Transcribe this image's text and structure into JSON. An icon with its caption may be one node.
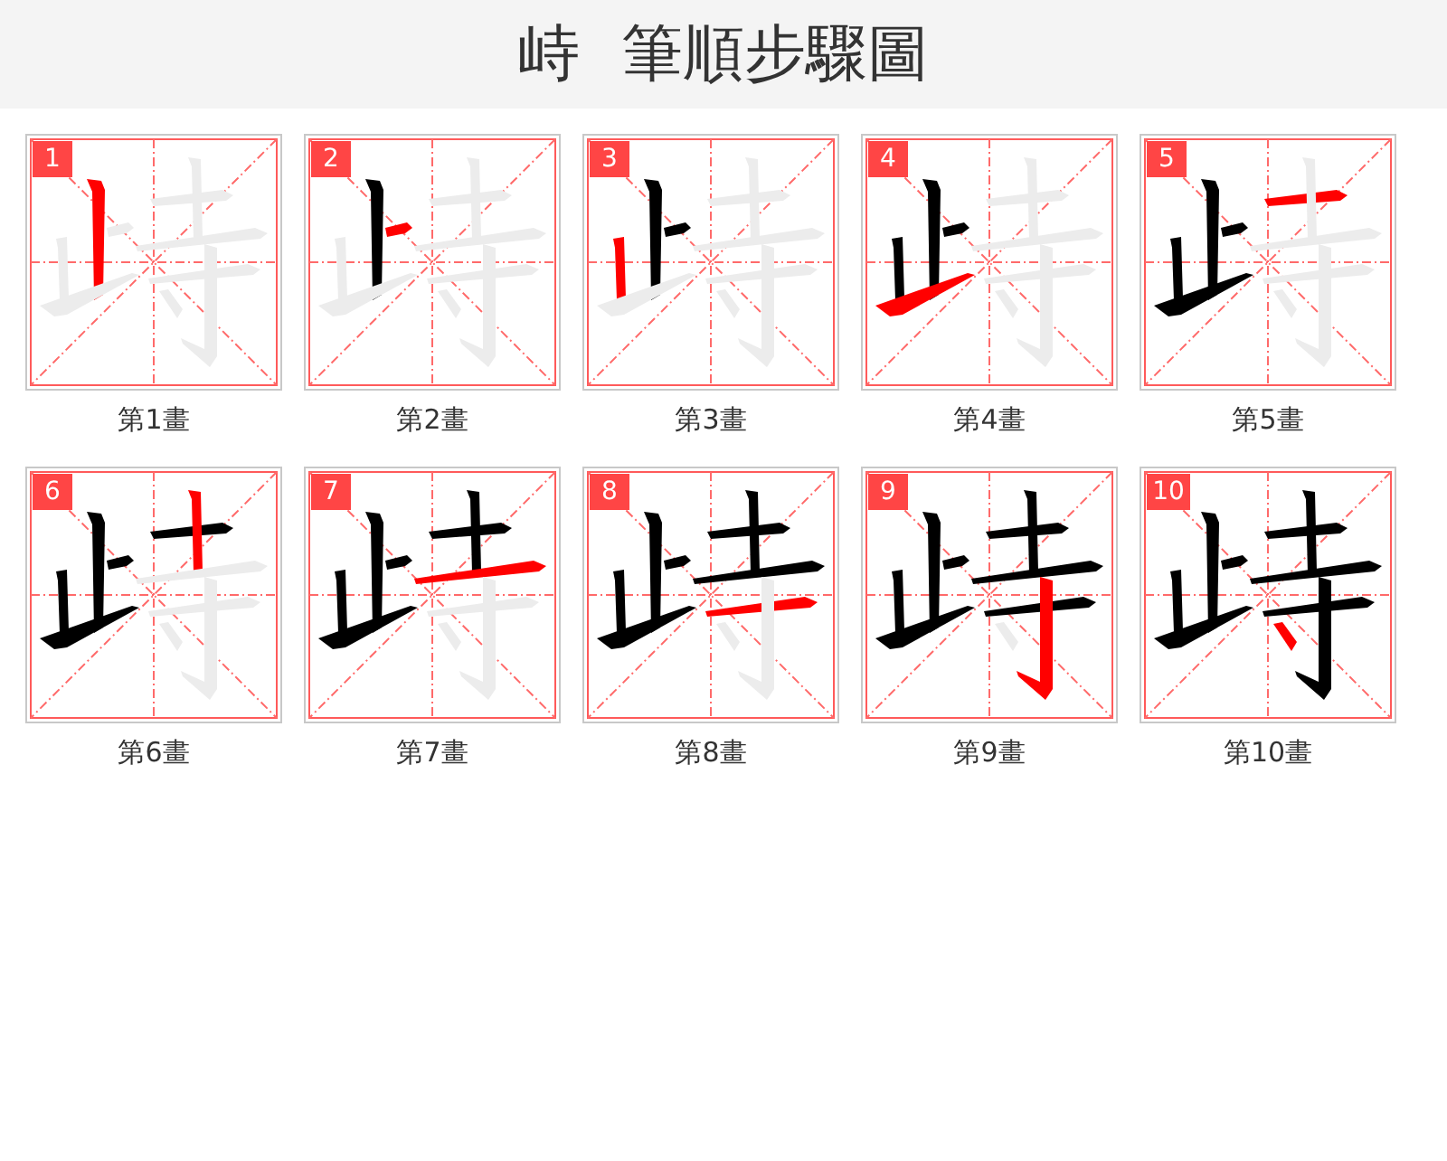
{
  "diagram": {
    "title": "峙 筆順步驟圖",
    "nodes": [
      {
        "text": [
          "1"
        ],
        "beside": [
          "第1畫"
        ]
      },
      {
        "text": [
          "2"
        ],
        "beside": [
          "第2畫"
        ]
      },
      {
        "text": [
          "3"
        ],
        "beside": [
          "第3畫"
        ]
      },
      {
        "text": [
          "4"
        ],
        "beside": [
          "第4畫"
        ]
      },
      {
        "text": [
          "5"
        ],
        "beside": [
          "第5畫"
        ]
      },
      {
        "text": [
          "6"
        ],
        "beside": [
          "第6畫"
        ]
      },
      {
        "text": [
          "7"
        ],
        "beside": [
          "第7畫"
        ]
      },
      {
        "text": [
          "8"
        ],
        "beside": [
          "第8畫"
        ]
      },
      {
        "text": [
          "9"
        ],
        "beside": [
          "第9畫"
        ]
      },
      {
        "text": [
          "10"
        ],
        "beside": [
          "第10畫"
        ]
      }
    ]
  }
}
